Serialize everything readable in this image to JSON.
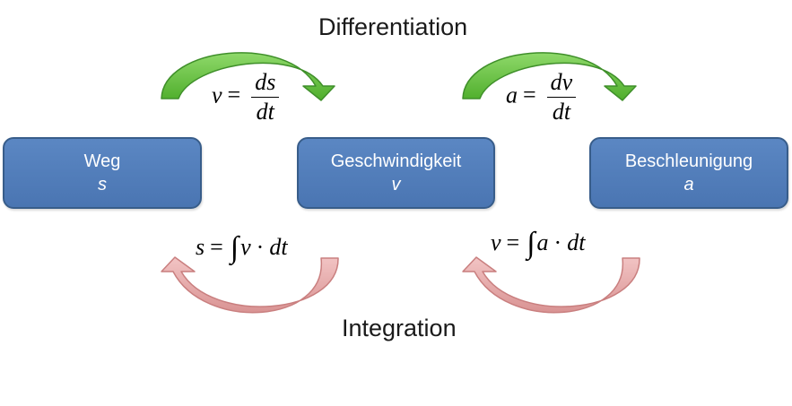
{
  "top_label": "Differentiation",
  "bottom_label": "Integration",
  "boxes": [
    {
      "name": "Weg",
      "symbol": "s"
    },
    {
      "name": "Geschwindigkeit",
      "symbol": "v"
    },
    {
      "name": "Beschleunigung",
      "symbol": "a"
    }
  ],
  "formulas": {
    "v_diff": {
      "lhs": "v",
      "eq": "=",
      "num": "ds",
      "den": "dt"
    },
    "a_diff": {
      "lhs": "a",
      "eq": "=",
      "num": "dv",
      "den": "dt"
    },
    "s_int": {
      "lhs": "s",
      "eq": "=",
      "integral": "∫",
      "body": "v",
      "dot": "·",
      "dt": "dt"
    },
    "v_int": {
      "lhs": "v",
      "eq": "=",
      "integral": "∫",
      "body": "a",
      "dot": "·",
      "dt": "dt"
    }
  },
  "colors": {
    "box_fill": "#4f81bd",
    "box_border": "#385d8a",
    "diff_arrow": "#6cc24a",
    "diff_arrow_stroke": "#3f8f2a",
    "int_arrow": "#e6a7a7",
    "int_arrow_stroke": "#c97f7f"
  }
}
